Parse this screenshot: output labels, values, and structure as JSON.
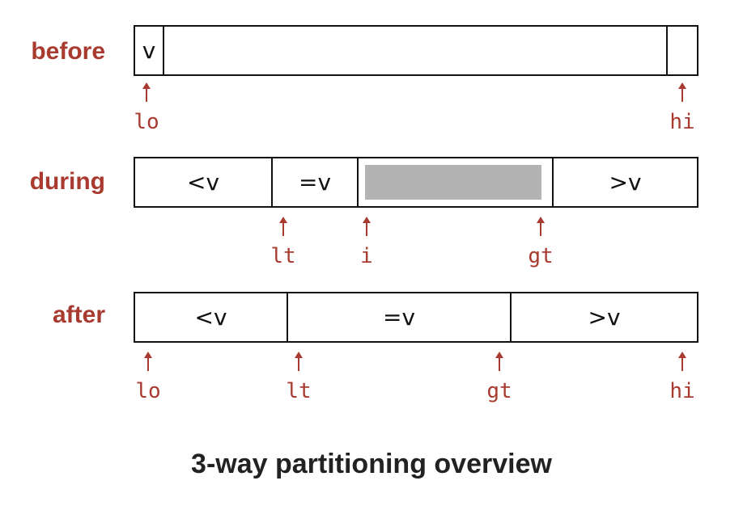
{
  "rows": {
    "before": {
      "label": "before",
      "cells": [
        "v",
        "",
        ""
      ],
      "pointers": [
        "lo",
        "hi"
      ]
    },
    "during": {
      "label": "during",
      "cells": [
        "<v",
        "=v",
        "",
        ">v"
      ],
      "pointers": [
        "lt",
        "i",
        "gt"
      ]
    },
    "after": {
      "label": "after",
      "cells": [
        "<v",
        "=v",
        ">v"
      ],
      "pointers": [
        "lo",
        "lt",
        "gt",
        "hi"
      ]
    }
  },
  "caption": "3-way partitioning overview",
  "colors": {
    "label": "#a83a2f",
    "pointer": "#a83a2f",
    "unknown_region": "#b3b3b3"
  }
}
